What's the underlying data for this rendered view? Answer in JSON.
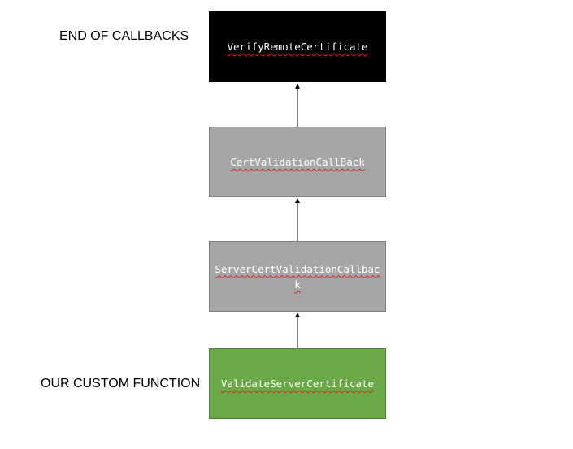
{
  "labels": {
    "end": "END OF CALLBACKS",
    "custom": "OUR CUSTOM FUNCTION"
  },
  "boxes": [
    {
      "text": "VerifyRemoteCertificate",
      "fill": "#000000"
    },
    {
      "text": "CertValidationCallBack",
      "fill": "#a6a6a6"
    },
    {
      "text": "ServerCertValidationCallback",
      "fill": "#a6a6a6"
    },
    {
      "text": "ValidateServerCertificate",
      "fill": "#6aaa46"
    }
  ]
}
